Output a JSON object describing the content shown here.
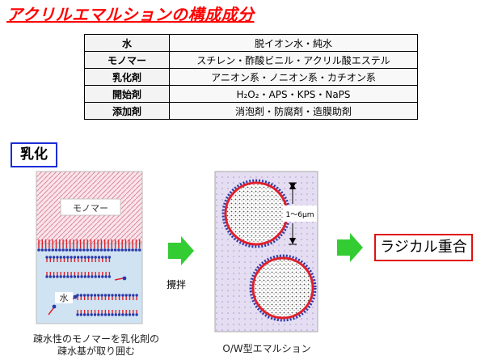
{
  "title": "アクリルエマルションの構成成分",
  "table": {
    "rows": [
      {
        "label": "水",
        "value": "脱イオン水・純水"
      },
      {
        "label": "モノマー",
        "value": "スチレン・酢酸ビニル・アクリル酸エステル"
      },
      {
        "label": "乳化剤",
        "value": "アニオン系・ノニオン系・カチオン系"
      },
      {
        "label": "開始剤",
        "value": "H₂O₂・APS・KPS・NaPS"
      },
      {
        "label": "添加剤",
        "value": "消泡剤・防腐剤・造膜助剤"
      }
    ]
  },
  "diagram": {
    "section_label": "乳化",
    "monomer_label": "モノマー",
    "water_label": "水",
    "stir_label": "攪拌",
    "size_label": "1～6μm",
    "left_caption": [
      "疎水性のモノマーを乳化剤の",
      "疎水基が取り囲む"
    ],
    "right_caption": "O/W型エマルション",
    "result_label": "ラジカル重合",
    "colors": {
      "monomer_hatch": "#d98aa0",
      "water_bg": "#cfe3f3",
      "emulsion_bg": "#e5ddf2",
      "surfactant_tail": "#e0202a",
      "surfactant_head": "#2a3aa8",
      "arrow": "#33cc33"
    }
  }
}
